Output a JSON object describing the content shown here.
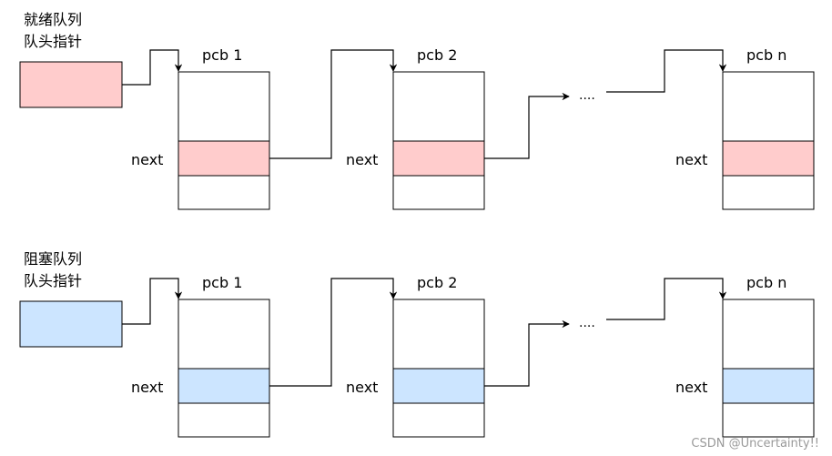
{
  "colors": {
    "ready": "#ffcccc",
    "blocked": "#cce5ff",
    "stroke": "#000000"
  },
  "ellipsis": "....",
  "next_label": "next",
  "queues": [
    {
      "key": "ready",
      "title_line1": "就绪队列",
      "title_line2": "队头指针",
      "pcbs": [
        "pcb 1",
        "pcb 2",
        "pcb n"
      ]
    },
    {
      "key": "blocked",
      "title_line1": "阻塞队列",
      "title_line2": "队头指针",
      "pcbs": [
        "pcb 1",
        "pcb 2",
        "pcb n"
      ]
    }
  ],
  "watermark": "CSDN @Uncertainty!!"
}
